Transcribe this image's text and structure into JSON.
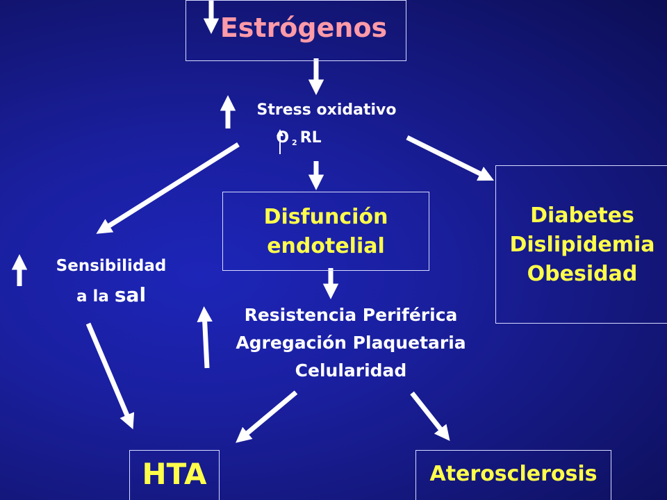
{
  "diagram": {
    "estrogenos": "Estrógenos",
    "stress": "Stress oxidativo",
    "o2rl": {
      "o": "O",
      "sub": "2",
      "rl": "RL"
    },
    "disfuncion": {
      "line1": "Disfunción",
      "line2": "endotelial"
    },
    "diabetes": {
      "line1": "Diabetes",
      "line2": "Dislipidemia",
      "line3": "Obesidad"
    },
    "sensibilidad": {
      "line1": "Sensibilidad",
      "line2a": "a la",
      "line2b": "sal"
    },
    "resistencia": {
      "line1": "Resistencia Periférica",
      "line2": "Agregación Plaquetaria",
      "line3": "Celularidad"
    },
    "hta": "HTA",
    "aterosclerosis": "Aterosclerosis"
  },
  "colors": {
    "background": "#1a1f9e",
    "title_pink": "#ff9aa8",
    "accent_yellow": "#ffff4a",
    "text_white": "#ffffff"
  }
}
